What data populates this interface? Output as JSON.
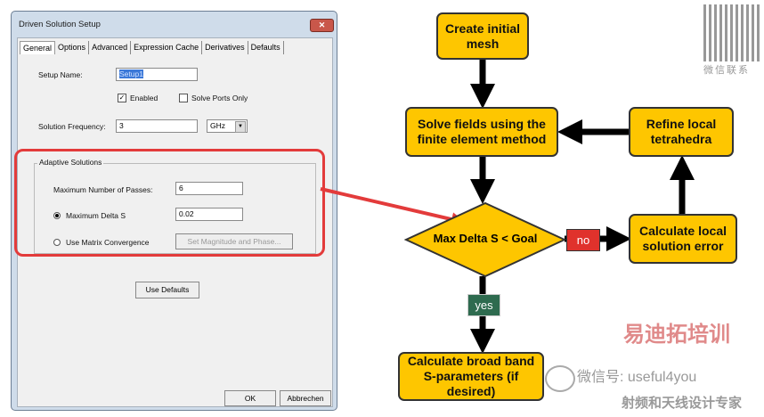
{
  "dialog": {
    "title": "Driven Solution Setup",
    "close_label": "✕",
    "tabs": [
      "General",
      "Options",
      "Advanced",
      "Expression Cache",
      "Derivatives",
      "Defaults"
    ],
    "setup_name_label": "Setup Name:",
    "setup_name_value": "Setup1",
    "enabled_label": "Enabled",
    "enabled_checked": true,
    "solve_ports_label": "Solve Ports Only",
    "solve_ports_checked": false,
    "frequency_label": "Solution Frequency:",
    "frequency_value": "3",
    "frequency_unit": "GHz",
    "group_title": "Adaptive Solutions",
    "max_passes_label": "Maximum Number of Passes:",
    "max_passes_value": "6",
    "max_delta_label": "Maximum Delta S",
    "max_delta_value": "0.02",
    "matrix_label": "Use Matrix Convergence",
    "set_mag_label": "Set Magnitude and Phase...",
    "use_defaults_label": "Use Defaults",
    "ok_label": "OK",
    "cancel_label": "Abbrechen"
  },
  "flowchart": {
    "create_mesh": "Create initial mesh",
    "solve_fields": "Solve fields using the finite element method",
    "refine": "Refine local tetrahedra",
    "decision": "Max Delta S < Goal",
    "calc_error": "Calculate local solution error",
    "broadband": "Calculate broad band S-parameters (if desired)",
    "no_label": "no",
    "yes_label": "yes",
    "colors": {
      "box": "#fec600",
      "no": "#e0322c",
      "yes": "#2e6b4f"
    }
  },
  "watermark": {
    "qr_caption": "微信联系",
    "wechat_id": "微信号: useful4you",
    "brand": "易迪拓培训",
    "slogan": "射频和天线设计专家"
  }
}
